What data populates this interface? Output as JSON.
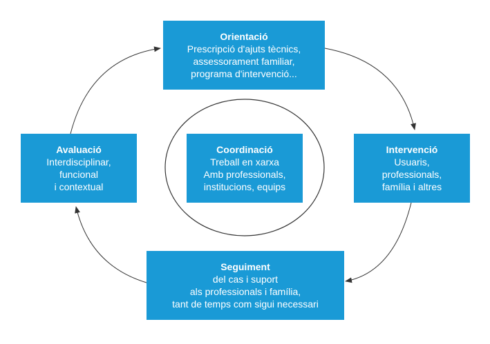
{
  "colors": {
    "box_fill": "#1a9ad6",
    "box_text": "#ffffff",
    "outline": "#333333"
  },
  "nodes": {
    "orientacio": {
      "title": "Orientació",
      "lines": [
        "Prescripció d'ajuts tècnics,",
        "assessorament familiar,",
        "programa d'intervenció..."
      ]
    },
    "intervencio": {
      "title": "Intervenció",
      "lines": [
        "Usuaris,",
        "professionals,",
        "família i altres"
      ]
    },
    "seguiment": {
      "title": "Seguiment",
      "lines": [
        "del cas i suport",
        "als professionals i família,",
        "tant de temps com sigui necessari"
      ]
    },
    "avaluacio": {
      "title": "Avaluació",
      "lines": [
        "Interdisciplinar,",
        "funcional",
        "i contextual"
      ]
    },
    "coordinacio": {
      "title": "Coordinació",
      "lines": [
        "Treball en xarxa",
        "Amb professionals,",
        "institucions, equips"
      ]
    }
  },
  "edges": [
    {
      "from": "orientacio",
      "to": "intervencio"
    },
    {
      "from": "intervencio",
      "to": "seguiment"
    },
    {
      "from": "seguiment",
      "to": "avaluacio"
    },
    {
      "from": "avaluacio",
      "to": "orientacio"
    }
  ]
}
